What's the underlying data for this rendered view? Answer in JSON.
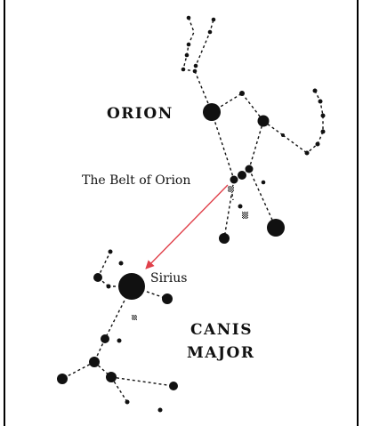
{
  "labels": {
    "orion": "ORION",
    "belt": "The Belt of Orion",
    "sirius": "Sirius",
    "canis": "CANIS",
    "major": "MAJOR"
  },
  "colors": {
    "pointer": "#e0404a",
    "ink": "#111111",
    "border": "#000000",
    "nebula": "#9a9a9a"
  }
}
